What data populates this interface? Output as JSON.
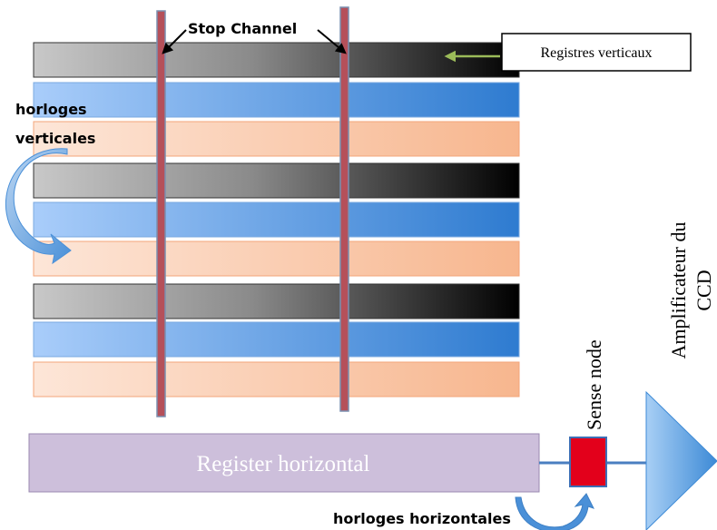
{
  "labels": {
    "stop_channel": "Stop Channel",
    "registres_verticaux": "Registres verticaux",
    "horloges_verticales_line1": "horloges",
    "horloges_verticales_line2": "verticales",
    "register_horizontal": "Register horizontal",
    "horloges_horizontales": "horloges horizontales",
    "sense_node": "Sense node",
    "amplificateur_line1": "Amplificateur du",
    "amplificateur_line2": "CCD"
  },
  "colors": {
    "stop_channel": "#b5505a",
    "stop_channel_border": "#7a8fb0",
    "vertical_blue_light": "#a9cdfa",
    "vertical_blue_dark": "#2e7bd0",
    "vertical_orange_light": "#fde6d8",
    "vertical_orange_dark": "#f7b68e",
    "vertical_gray_light": "#c8c8c8",
    "vertical_gray_dark": "#000000",
    "horizontal_register": "#cdbfdb",
    "sense_node": "#e3001b",
    "amplifier_light": "#a8cff5",
    "amplifier_dark": "#3d8ad6",
    "clock_arrow": "#4a90d8",
    "pointer_arrow": "#9bbb59"
  },
  "vertical_register_rows": [
    "gray",
    "blue",
    "orange",
    "gray",
    "blue",
    "orange",
    "gray",
    "blue",
    "orange"
  ]
}
